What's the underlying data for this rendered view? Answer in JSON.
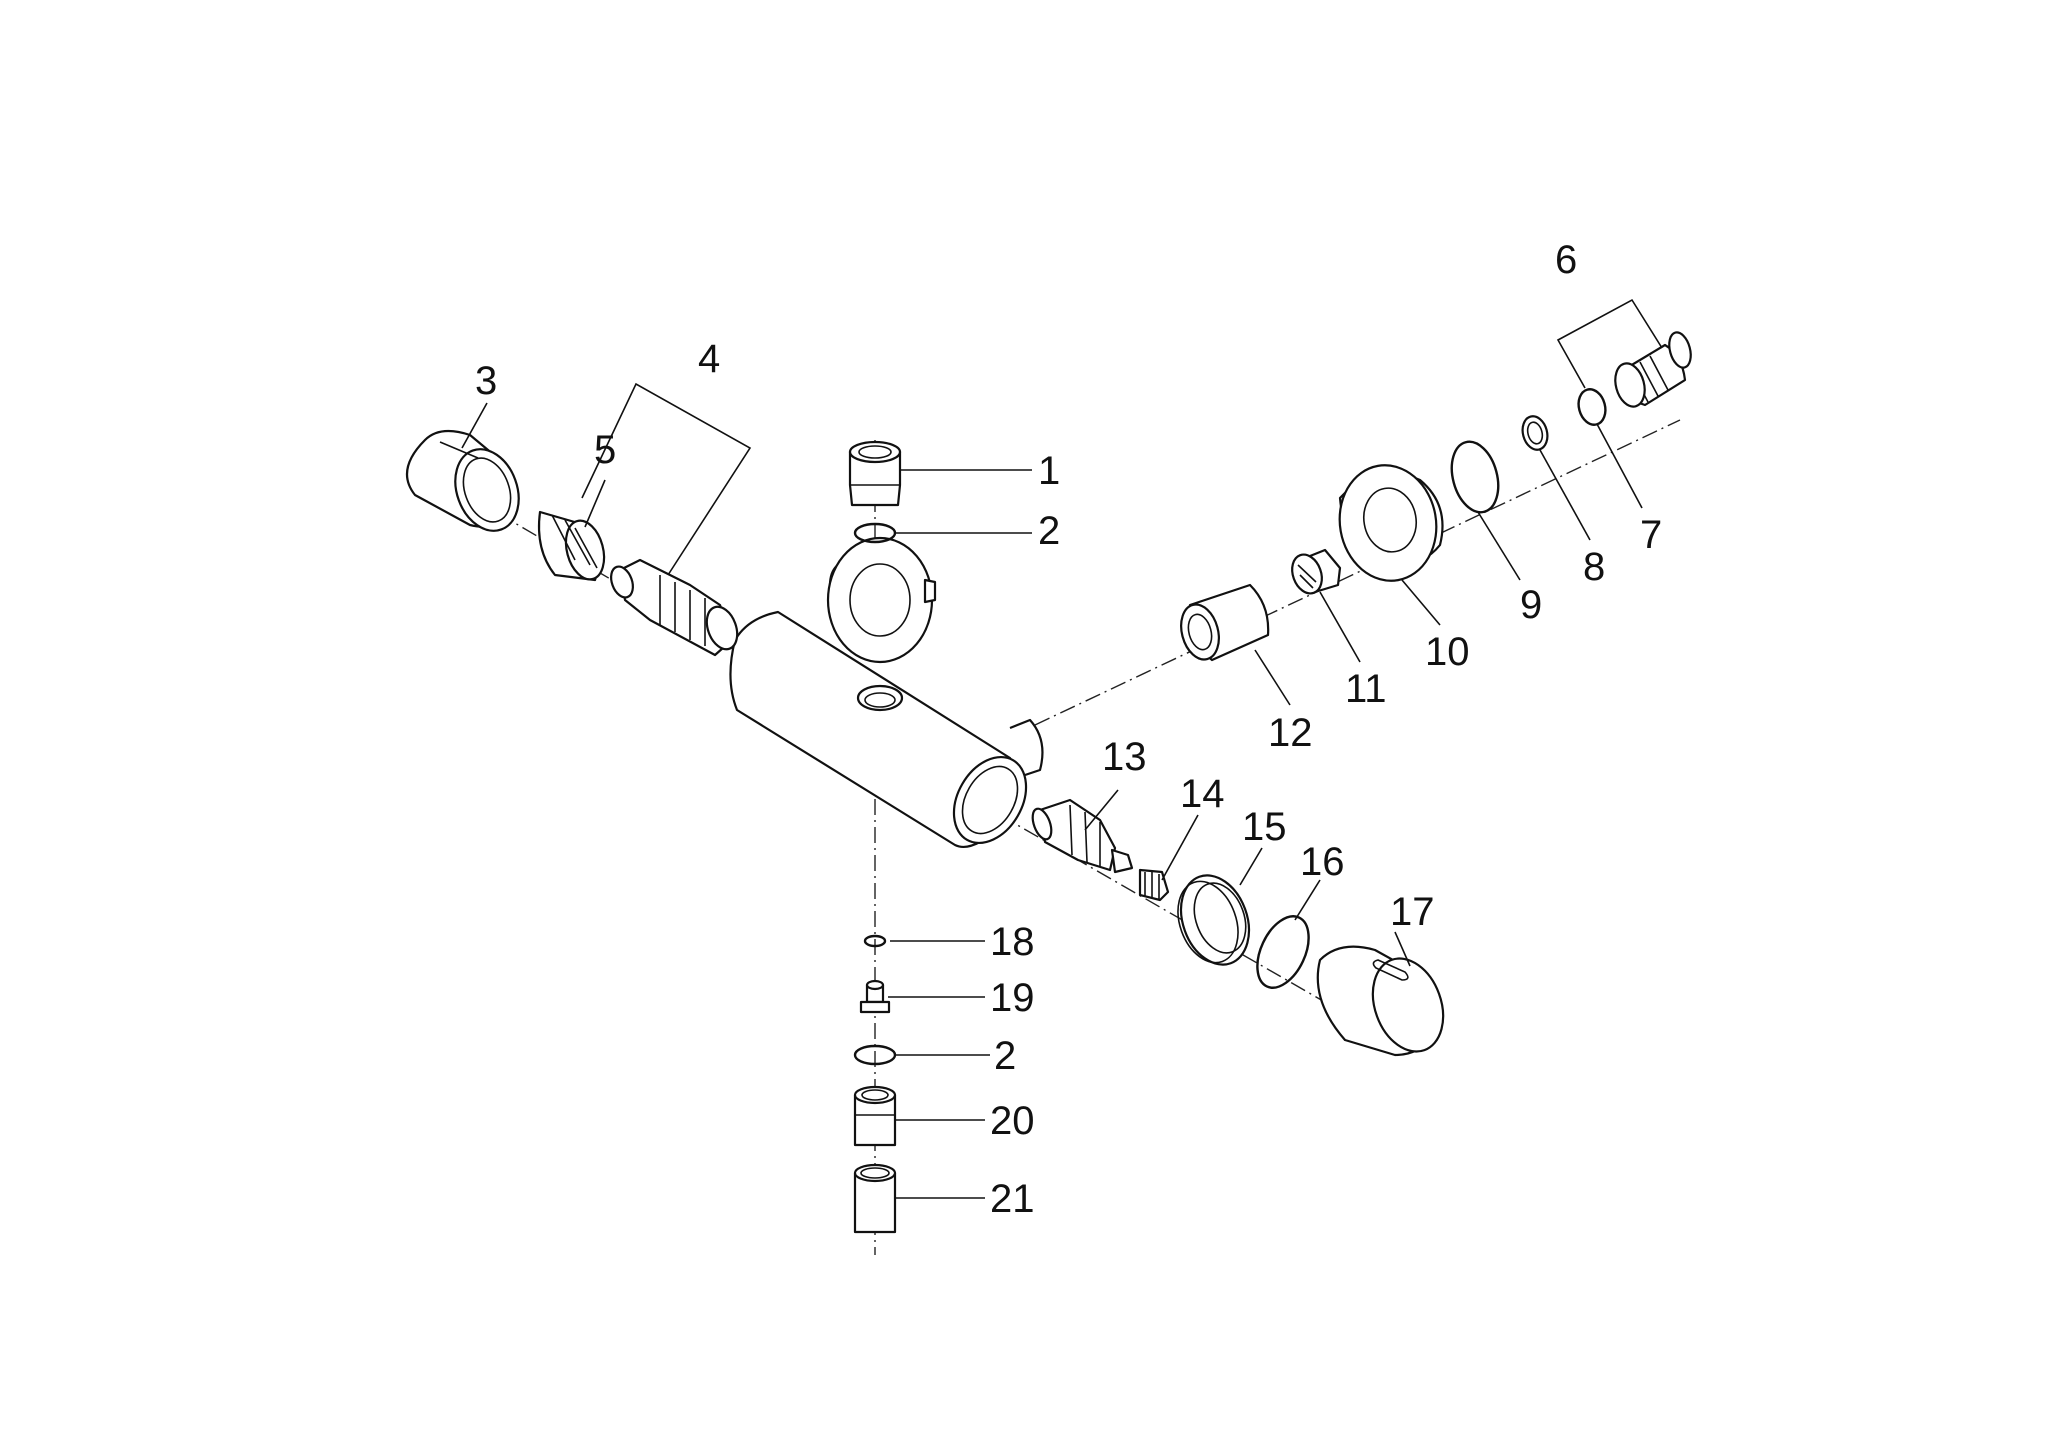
{
  "parts": {
    "p1": "1",
    "p2a": "2",
    "p2b": "2",
    "p3": "3",
    "p4": "4",
    "p5": "5",
    "p6": "6",
    "p7": "7",
    "p8": "8",
    "p9": "9",
    "p10": "10",
    "p11": "11",
    "p12": "12",
    "p13": "13",
    "p14": "14",
    "p15": "15",
    "p16": "16",
    "p17": "17",
    "p18": "18",
    "p19": "19",
    "p20": "20",
    "p21": "21"
  }
}
